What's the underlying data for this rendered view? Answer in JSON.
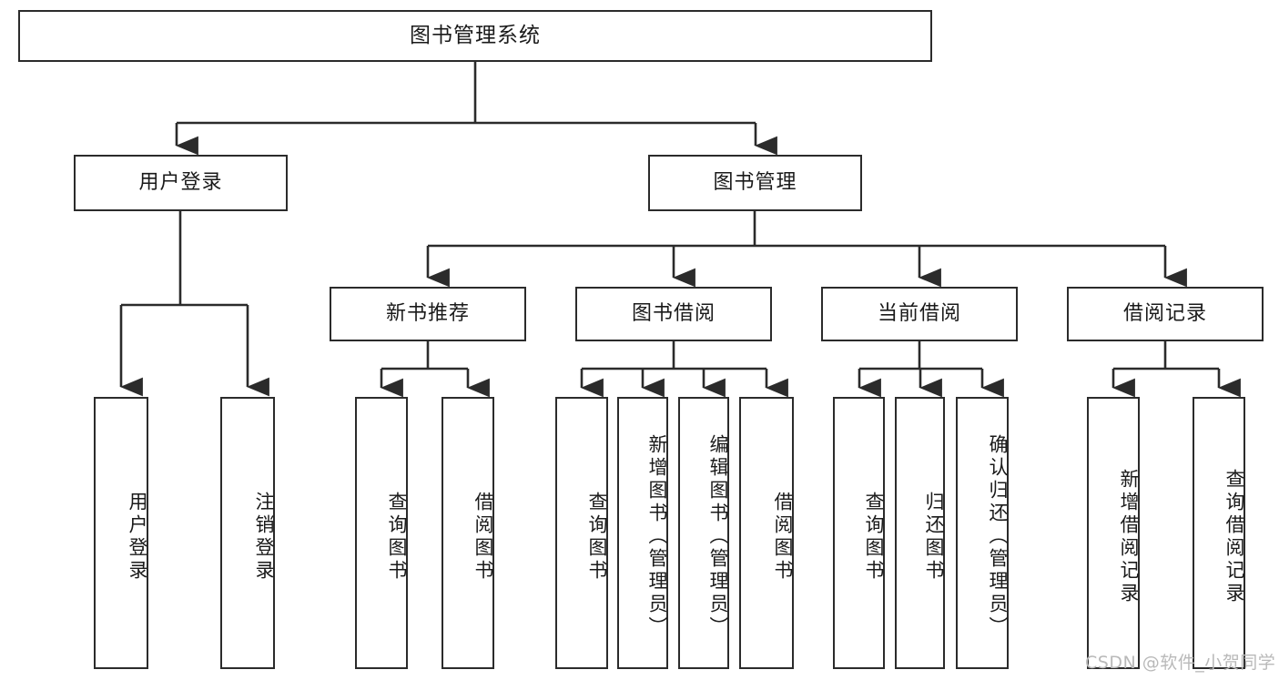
{
  "diagram": {
    "title": "图书管理系统",
    "type": "tree",
    "watermark": "CSDN @软件_小贺同学",
    "colors": {
      "stroke": "#2b2b2b",
      "fill": "#ffffff",
      "text": "#1a1a1a",
      "watermark": "#b9b9b9"
    },
    "root": {
      "label": "图书管理系统"
    },
    "level1": [
      {
        "label": "用户登录"
      },
      {
        "label": "图书管理"
      }
    ],
    "level2": [
      {
        "label": "新书推荐"
      },
      {
        "label": "图书借阅"
      },
      {
        "label": "当前借阅"
      },
      {
        "label": "借阅记录"
      }
    ],
    "leaves": {
      "user_login": [
        {
          "label": "用户登录"
        },
        {
          "label": "注销登录"
        }
      ],
      "new_book": [
        {
          "label": "查询图书"
        },
        {
          "label": "借阅图书"
        }
      ],
      "book_borrow": [
        {
          "label": "查询图书"
        },
        {
          "label": "新增图书（管理员）"
        },
        {
          "label": "编辑图书（管理员）"
        },
        {
          "label": "借阅图书"
        }
      ],
      "current_borrow": [
        {
          "label": "查询图书"
        },
        {
          "label": "归还图书"
        },
        {
          "label": "确认归还（管理员）"
        }
      ],
      "borrow_record": [
        {
          "label": "新增借阅记录"
        },
        {
          "label": "查询借阅记录"
        }
      ]
    }
  }
}
